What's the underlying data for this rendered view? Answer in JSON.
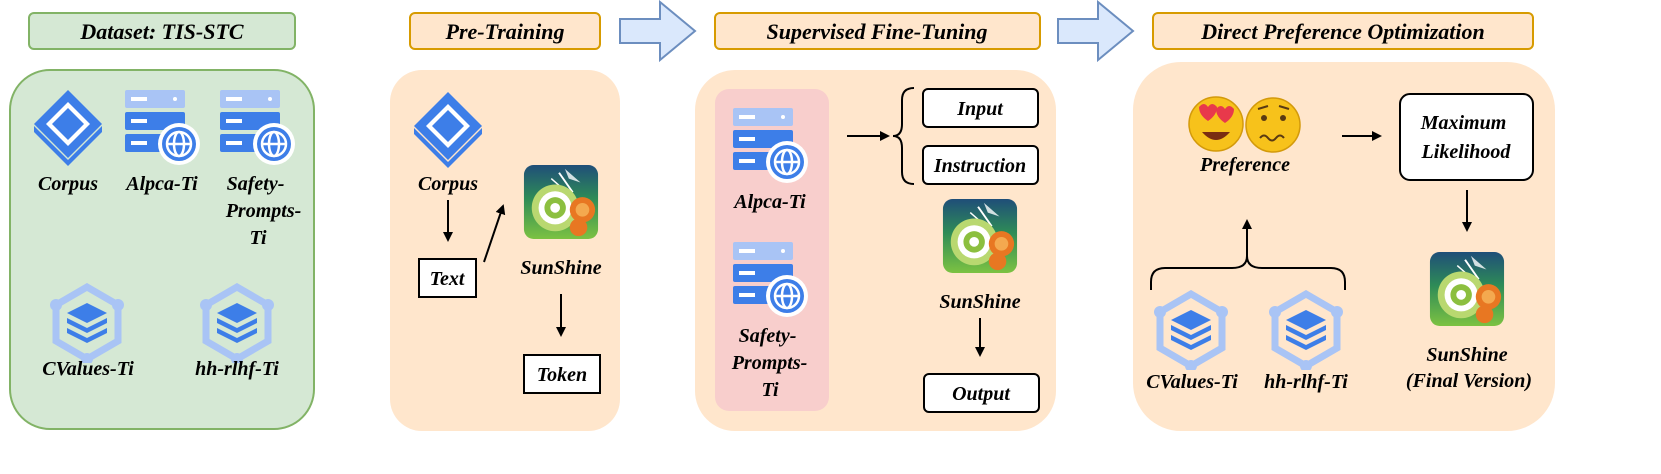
{
  "dataset": {
    "title": "Dataset: TIS-STC",
    "corpus": "Corpus",
    "alpca": "Alpca-Ti",
    "safety": [
      "Safety-",
      "Prompts-",
      "Ti"
    ],
    "cvalues": "CValues-Ti",
    "hhrlhf": "hh-rlhf-Ti"
  },
  "pretraining": {
    "title": "Pre-Training",
    "corpus": "Corpus",
    "text": "Text",
    "model": "SunShine",
    "token": "Token"
  },
  "sft": {
    "title": "Supervised Fine-Tuning",
    "alpca": "Alpca-Ti",
    "safety": [
      "Safety-",
      "Prompts-",
      "Ti"
    ],
    "input": "Input",
    "instruction": "Instruction",
    "model": "SunShine",
    "output": "Output"
  },
  "dpo": {
    "title": "Direct Preference Optimization",
    "preference": "Preference",
    "max_likelihood": [
      "Maximum",
      "Likelihood"
    ],
    "model": "SunShine",
    "final_version": "(Final Version)",
    "cvalues": "CValues-Ti",
    "hhrlhf": "hh-rlhf-Ti"
  },
  "colors": {
    "green_fill": "#d5e8d4",
    "green_stroke": "#82b366",
    "orange_fill": "#ffe6cc",
    "orange_stroke": "#d79b00",
    "pink_fill": "#f8cecc",
    "arrow_fill": "#dae8fc",
    "arrow_stroke": "#6c8ebf",
    "icon_blue": "#3d7ee8",
    "icon_light": "#a9c4f5"
  }
}
